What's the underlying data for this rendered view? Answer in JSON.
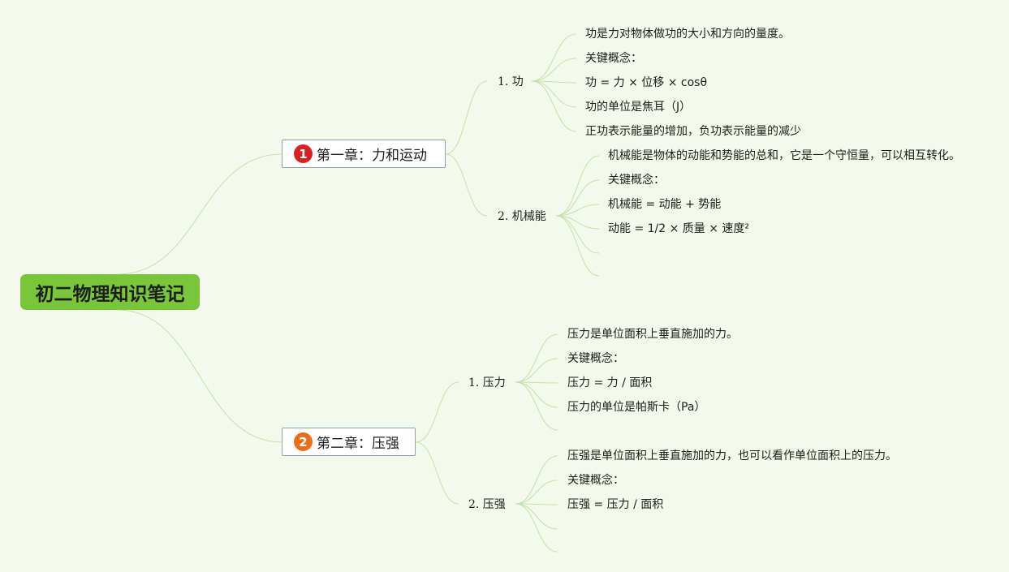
{
  "root": {
    "title": "初二物理知识笔记"
  },
  "chapters": [
    {
      "badge": "1",
      "title": "第一章：力和运动",
      "sections": [
        {
          "label": "1. 功",
          "items": [
            "功是力对物体做功的大小和方向的量度。",
            "关键概念：",
            "功 = 力 × 位移 × cosθ",
            "功的单位是焦耳（J）",
            "正功表示能量的增加，负功表示能量的减少"
          ]
        },
        {
          "label": "2. 机械能",
          "items": [
            "机械能是物体的动能和势能的总和，它是一个守恒量，可以相互转化。",
            "关键概念：",
            "机械能 = 动能 + 势能",
            "动能 = 1/2 × 质量 × 速度²",
            "",
            ""
          ]
        }
      ]
    },
    {
      "badge": "2",
      "title": "第二章：压强",
      "sections": [
        {
          "label": "1. 压力",
          "items": [
            "压力是单位面积上垂直施加的力。",
            "关键概念：",
            "压力 = 力 / 面积",
            "压力的单位是帕斯卡（Pa）",
            ""
          ]
        },
        {
          "label": "2. 压强",
          "items": [
            "压强是单位面积上垂直施加的力，也可以看作单位面积上的压力。",
            "关键概念：",
            "压强 = 压力 / 面积",
            "",
            ""
          ]
        }
      ]
    }
  ],
  "colors": {
    "background": "#f3f9ec",
    "root": "#7ac63a",
    "connector": "#c4e3a8",
    "badge1": "#d82020",
    "badge2": "#eb6d1a"
  }
}
